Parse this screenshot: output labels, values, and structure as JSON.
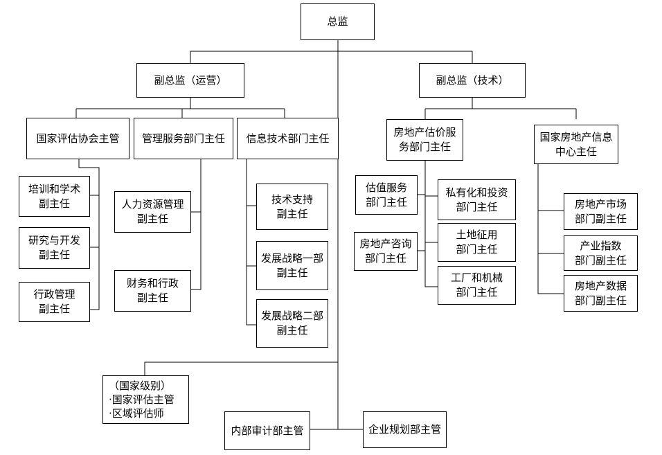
{
  "title": "总监",
  "branches": {
    "operations": {
      "deputy": "副总监（运营）",
      "units": [
        {
          "name": "国家评估协会主管",
          "children": [
            [
              "培训和学术",
              "副主任"
            ],
            [
              "研究与开发",
              "副主任"
            ],
            [
              "行政管理",
              "副主任"
            ]
          ]
        },
        {
          "name": "管理服务部门主任",
          "children": [
            [
              "人力资源管理",
              "副主任"
            ],
            [
              "财务和行政",
              "副主任"
            ]
          ]
        },
        {
          "name": "信息技术部门主任",
          "children": [
            [
              "技术支持",
              "副主任"
            ],
            [
              "发展战略一部",
              "副主任"
            ],
            [
              "发展战略二部",
              "副主任"
            ]
          ]
        }
      ]
    },
    "technology": {
      "deputy": "副总监（技术）",
      "units": [
        {
          "name": [
            "房地产估价服",
            "务部门主任"
          ],
          "left_children": [
            [
              "估值服务",
              "部门主任"
            ],
            [
              "房地产咨询",
              "部门主任"
            ]
          ],
          "right_children": [
            [
              "私有化和投资",
              "部门主任"
            ],
            [
              "土地征用",
              "部门主任"
            ],
            [
              "工厂和机械",
              "部门主任"
            ]
          ]
        },
        {
          "name": [
            "国家房地产信息",
            "中心主任"
          ],
          "children": [
            [
              "房地产市场",
              "部门副主任"
            ],
            [
              "产业指数",
              "部门副主任"
            ],
            [
              "房地产数据",
              "部门副主任"
            ]
          ]
        }
      ]
    }
  },
  "direct_reports": {
    "national_level": [
      "（国家级别）",
      "·国家评估主管",
      "·区域评估师"
    ],
    "internal_audit": "内部审计部主管",
    "enterprise_planning": "企业规划部主管"
  },
  "colors": {
    "line": "#000000",
    "box_border": "#000000",
    "background": "#ffffff"
  }
}
